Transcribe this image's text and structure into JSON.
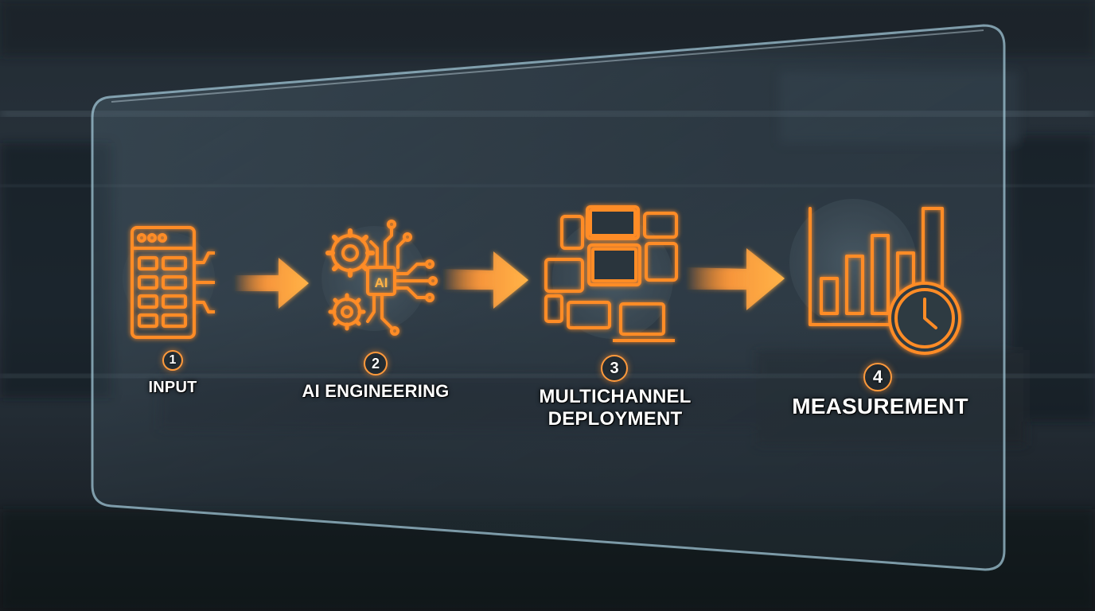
{
  "steps": [
    {
      "number": "1",
      "label": "INPUT",
      "icon": "data-table-icon"
    },
    {
      "number": "2",
      "label": "AI ENGINEERING",
      "icon": "ai-gears-icon",
      "badge": "AI"
    },
    {
      "number": "3",
      "label_line1": "MULTICHANNEL",
      "label_line2": "DEPLOYMENT",
      "icon": "multi-devices-icon"
    },
    {
      "number": "4",
      "label": "MEASUREMENT",
      "icon": "bar-chart-clock-icon"
    }
  ],
  "colors": {
    "accent": "#ff8c28",
    "accent_light": "#ffb347",
    "glass_edge": "#9fc4d4",
    "background": "#1a2026"
  }
}
